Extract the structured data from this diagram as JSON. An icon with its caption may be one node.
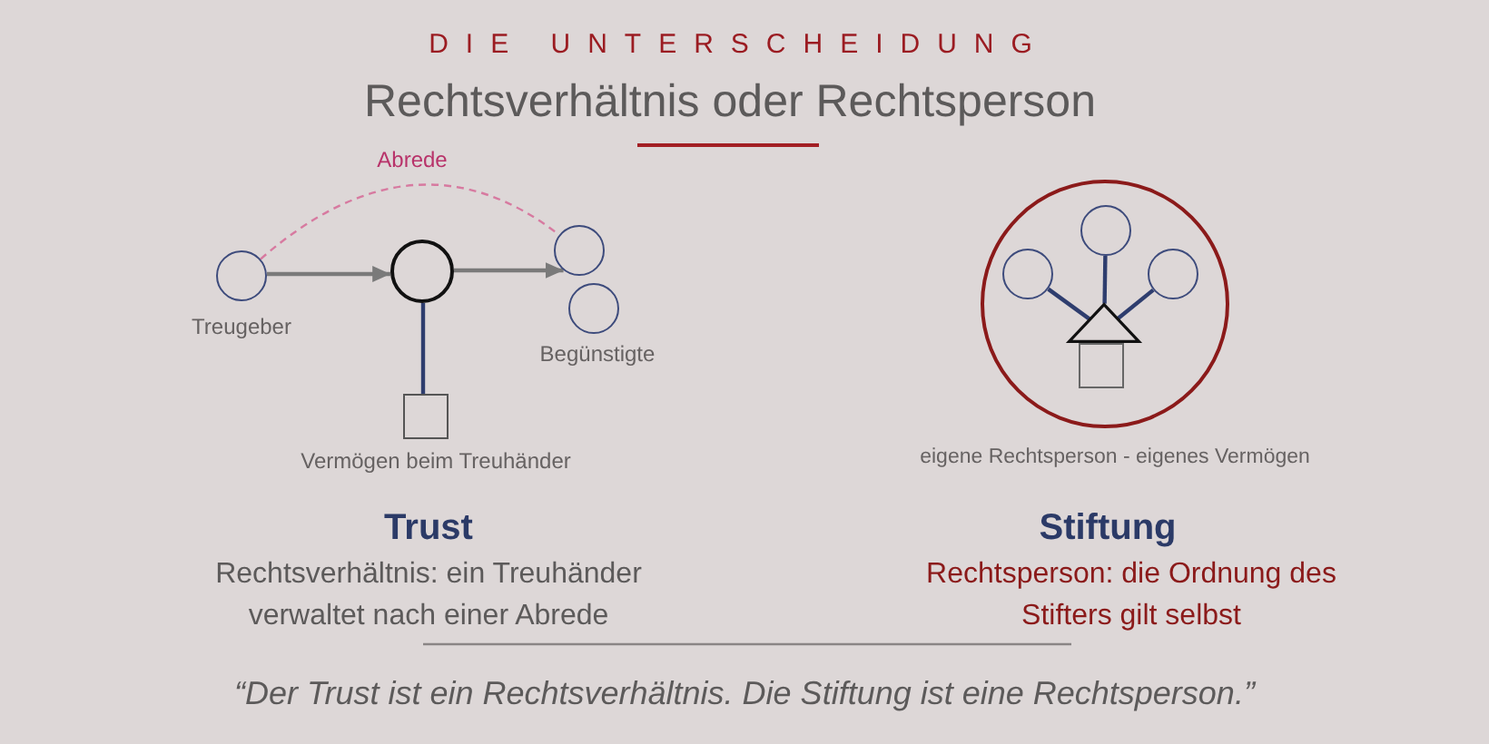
{
  "diagram": {
    "title": "DIE UNTERSCHEIDUNG",
    "caption": "“Der Trust ist ein Rechtsverhältnis. Die Stiftung ist eine Rechtsperson.”",
    "nodes": [
      {
        "text": [],
        "shape": "circle",
        "beside": [
          "Treugeber"
        ]
      },
      {
        "text": [],
        "shape": "circle"
      },
      {
        "text": [],
        "shape": "circle"
      },
      {
        "text": [],
        "shape": "circle",
        "beside": [
          "Begünstigte"
        ]
      },
      {
        "text": [],
        "shape": "box",
        "beside": [
          "Vermögen beim Treuhänder"
        ]
      },
      {
        "text": [],
        "shape": "circle",
        "beside": [
          "eigene Rechtsperson - eigenes Vermögen"
        ]
      },
      {
        "text": [],
        "shape": "circle",
        "in": 5
      },
      {
        "text": [],
        "shape": "circle",
        "in": 5
      },
      {
        "text": [],
        "shape": "circle",
        "in": 5
      },
      {
        "text": [],
        "shape": "triangle",
        "in": 5
      },
      {
        "text": [],
        "shape": "box",
        "in": 5
      }
    ],
    "edges": [
      {
        "from": 0,
        "to": 1,
        "arrow": "to",
        "color": "#7a7a7a"
      },
      {
        "from": 1,
        "to": 2,
        "arrow": "to",
        "color": "#7a7a7a"
      },
      {
        "from": 0,
        "to": 2,
        "arrow": "none",
        "label": "Abrede",
        "style": "dashed",
        "color": "#d77aa0"
      },
      {
        "from": 1,
        "to": 4,
        "arrow": "none"
      },
      {
        "from": 9,
        "to": 6,
        "arrow": "none"
      },
      {
        "from": 9,
        "to": 7,
        "arrow": "none"
      },
      {
        "from": 9,
        "to": 8,
        "arrow": "none"
      }
    ],
    "labels": [
      "Rechtsverhältnis oder Rechtsperson",
      "Trust",
      "Rechtsverhältnis: ein Treuhänder verwaltet nach einer Abrede",
      "Stiftung",
      "Rechtsperson: die Ordnung des Stifters gilt selbst"
    ]
  }
}
